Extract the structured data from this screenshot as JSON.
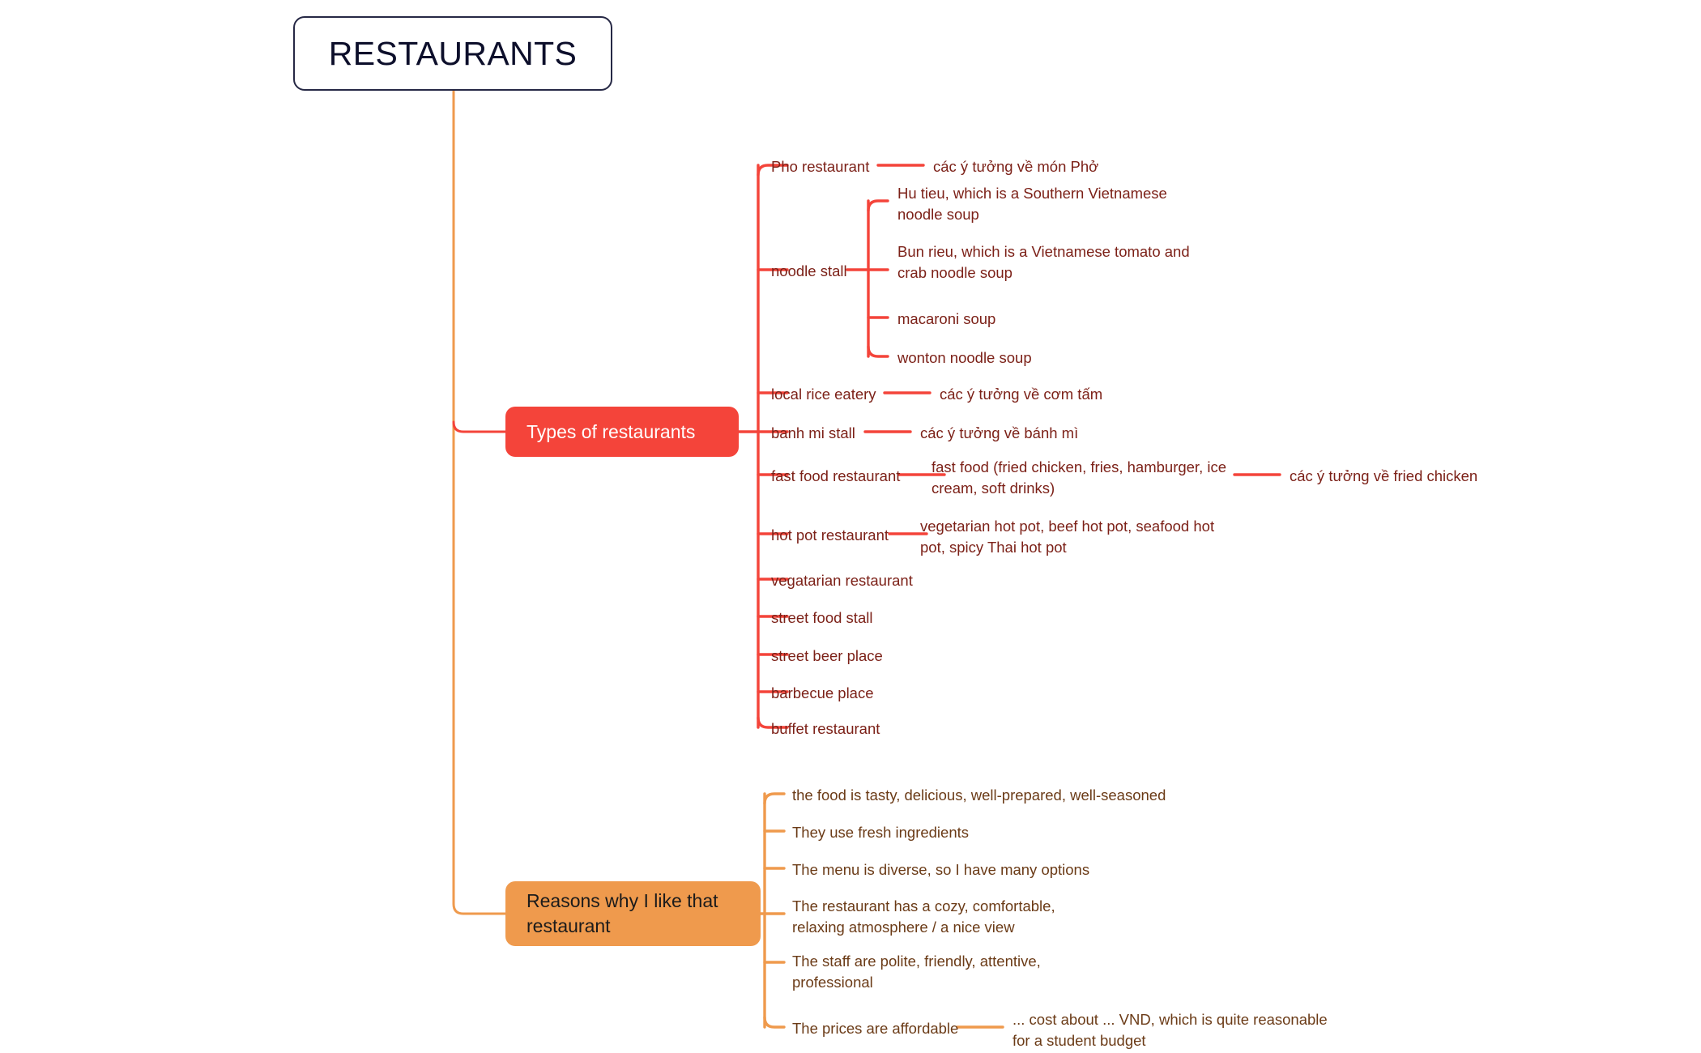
{
  "title": "RESTAURANTS",
  "colors": {
    "root_border": "#262845",
    "root_text": "#0d0f2b",
    "red_branch": "#f4443a",
    "red_text": "#7c2118",
    "orange_branch": "#ef9a4d",
    "orange_text": "#6b3b17",
    "background": "#ffffff"
  },
  "root": {
    "label": "RESTAURANTS"
  },
  "branches": [
    {
      "id": "types",
      "label": "Types of restaurants",
      "color": "#f4443a",
      "children": [
        {
          "label": "Pho restaurant",
          "children": [
            {
              "label": "các ý tưởng về món Phở"
            }
          ]
        },
        {
          "label": "noodle stall",
          "children": [
            {
              "label": "Hu tieu, which is a Southern Vietnamese\nnoodle soup"
            },
            {
              "label": "Bun rieu, which is a Vietnamese tomato and\ncrab noodle soup"
            },
            {
              "label": "macaroni soup"
            },
            {
              "label": "wonton noodle soup"
            }
          ]
        },
        {
          "label": "local rice eatery",
          "children": [
            {
              "label": "các ý tưởng về cơm tấm"
            }
          ]
        },
        {
          "label": "banh mi stall",
          "children": [
            {
              "label": "các ý tưởng về bánh mì"
            }
          ]
        },
        {
          "label": "fast food restaurant",
          "children": [
            {
              "label": "fast food (fried chicken, fries, hamburger, ice\ncream, soft drinks)",
              "children": [
                {
                  "label": "các ý tưởng về fried chicken"
                }
              ]
            }
          ]
        },
        {
          "label": "hot pot restaurant",
          "children": [
            {
              "label": "vegetarian hot pot, beef hot pot, seafood hot\npot, spicy Thai hot pot"
            }
          ]
        },
        {
          "label": "vegatarian restaurant",
          "children": []
        },
        {
          "label": "street food stall",
          "children": []
        },
        {
          "label": "street beer place",
          "children": []
        },
        {
          "label": "barbecue place",
          "children": []
        },
        {
          "label": "buffet restaurant",
          "children": []
        }
      ]
    },
    {
      "id": "reasons",
      "label": "Reasons why I like that\nrestaurant",
      "color": "#ef9a4d",
      "children": [
        {
          "label": "the food is tasty, delicious, well-prepared, well-seasoned",
          "children": []
        },
        {
          "label": "They use fresh ingredients",
          "children": []
        },
        {
          "label": "The menu is diverse, so I have many options",
          "children": []
        },
        {
          "label": "The restaurant has a cozy, comfortable,\nrelaxing atmosphere / a nice view",
          "children": []
        },
        {
          "label": "The staff are polite, friendly, attentive,\nprofessional",
          "children": []
        },
        {
          "label": "The prices are affordable",
          "children": [
            {
              "label": "... cost about ... VND, which is quite reasonable\nfor a student budget"
            }
          ]
        }
      ]
    }
  ],
  "leaves": {
    "pho_restaurant": "Pho restaurant",
    "pho_detail": "các ý tưởng về món Phở",
    "noodle_stall": "noodle stall",
    "hu_tieu": "Hu tieu, which is a Southern Vietnamese\nnoodle soup",
    "bun_rieu": "Bun rieu, which is a Vietnamese tomato and\ncrab noodle soup",
    "macaroni_soup": "macaroni soup",
    "wonton_noodle_soup": "wonton noodle soup",
    "local_rice_eatery": "local rice eatery",
    "com_tam_detail": "các ý tưởng về cơm tấm",
    "banh_mi_stall": "banh mi stall",
    "banh_mi_detail": "các ý tưởng về bánh mì",
    "fast_food_restaurant": "fast food restaurant",
    "fast_food_detail": "fast food (fried chicken, fries, hamburger, ice\ncream, soft drinks)",
    "fried_chicken_detail": "các ý tưởng về fried chicken",
    "hot_pot_restaurant": "hot pot restaurant",
    "hot_pot_detail": "vegetarian hot pot, beef hot pot, seafood hot\npot, spicy Thai hot pot",
    "vegatarian_restaurant": "vegatarian restaurant",
    "street_food_stall": "street food stall",
    "street_beer_place": "street beer place",
    "barbecue_place": "barbecue place",
    "buffet_restaurant": "buffet restaurant",
    "reason_tasty": "the food is tasty, delicious, well-prepared, well-seasoned",
    "reason_fresh": "They use fresh ingredients",
    "reason_menu": "The menu is diverse, so I have many options",
    "reason_atmosphere": "The restaurant has a cozy, comfortable,\nrelaxing atmosphere / a nice view",
    "reason_staff": "The staff are polite, friendly, attentive,\nprofessional",
    "reason_prices": "The prices are affordable",
    "reason_prices_detail": "... cost about ... VND, which is quite reasonable\nfor a student budget"
  }
}
